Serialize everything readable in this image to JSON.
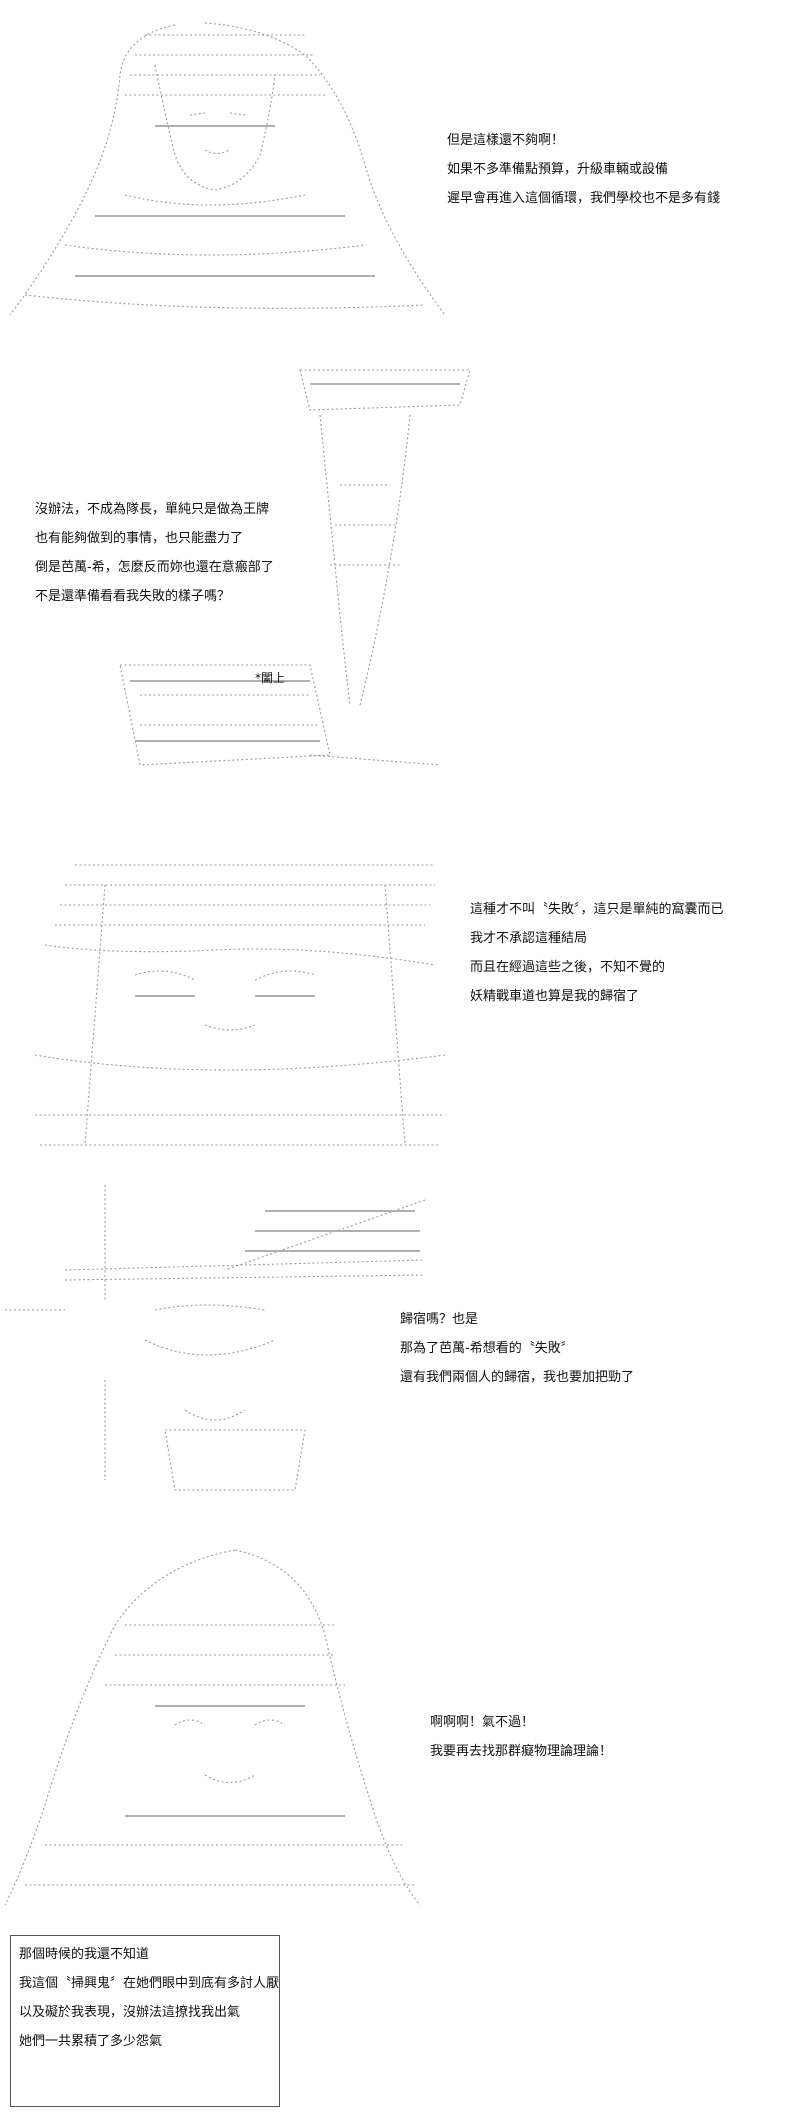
{
  "panels": [
    {
      "lines": [
        "但是這樣還不夠啊！",
        "如果不多準備點預算，升級車輛或設備",
        "遲早會再進入這個循環，我們學校也不是多有錢"
      ]
    },
    {
      "lines": [
        "沒辦法，不成為隊長，單純只是做為王牌",
        "也有能夠做到的事情，也只能盡力了",
        "倒是芭萬-希，怎麼反而妳也還在意瘢部了",
        "不是還準備看看我失敗的樣子嗎？"
      ],
      "sfx": "*闔上"
    },
    {
      "lines": [
        "這種才不叫〝失敗〞，這只是單純的窩囊而已",
        "我才不承認這種結局",
        "而且在經過這些之後，不知不覺的",
        "妖精戰車道也算是我的歸宿了"
      ]
    },
    {
      "lines": [
        "歸宿嗎？也是",
        "那為了芭萬-希想看的〝失敗〞",
        "還有我們兩個人的歸宿，我也要加把勁了"
      ]
    },
    {
      "lines": [
        "啊啊啊！氣不過！",
        "我要再去找那群癡物理論理論！"
      ]
    }
  ],
  "narration": [
    "那個時候的我還不知道",
    "我這個〝掃興鬼〞在她們眼中到底有多討人厭",
    "以及礙於我表現，沒辦法這撩找我出氣",
    "她們一共累積了多少怨氣"
  ]
}
